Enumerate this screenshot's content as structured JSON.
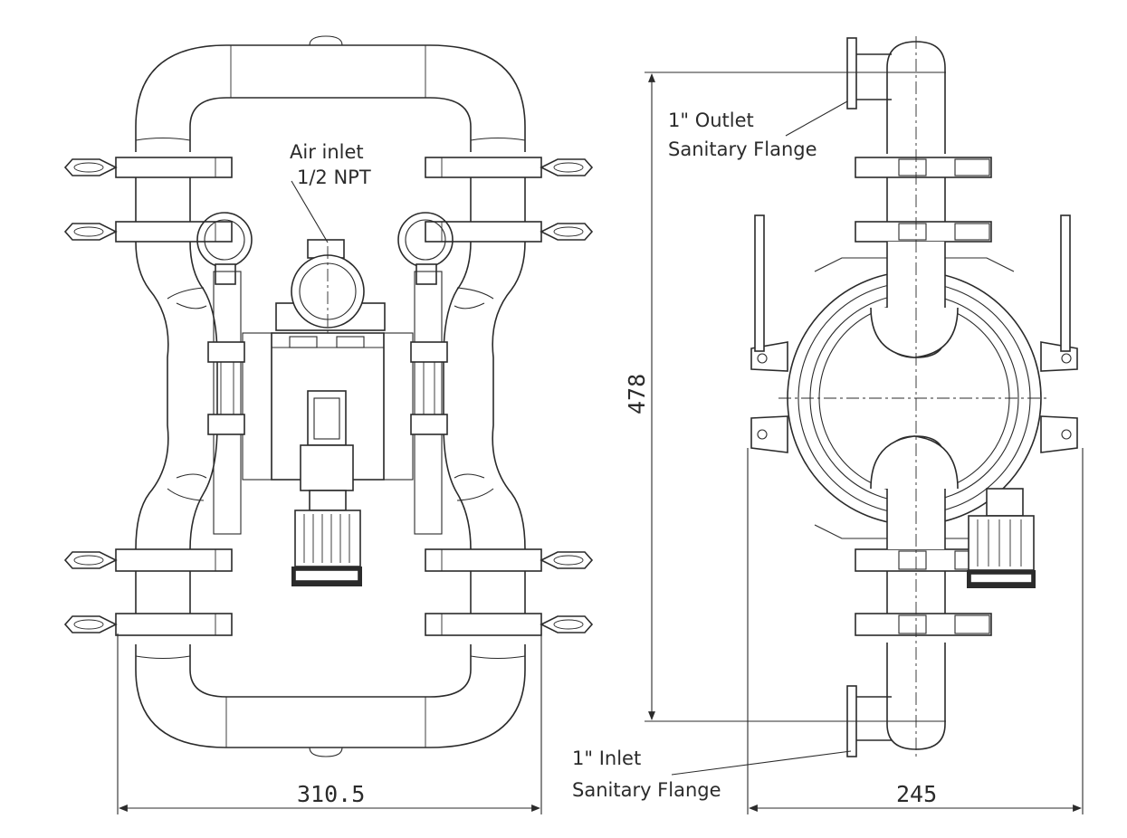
{
  "annotations": {
    "air_inlet_line1": "Air inlet",
    "air_inlet_line2": "1/2 NPT",
    "outlet_line1": "1\" Outlet",
    "outlet_line2": "Sanitary Flange",
    "inlet_line1": "1\" Inlet",
    "inlet_line2": "Sanitary Flange"
  },
  "dimensions": {
    "front_width": "310.5",
    "side_width": "245",
    "height": "478"
  }
}
